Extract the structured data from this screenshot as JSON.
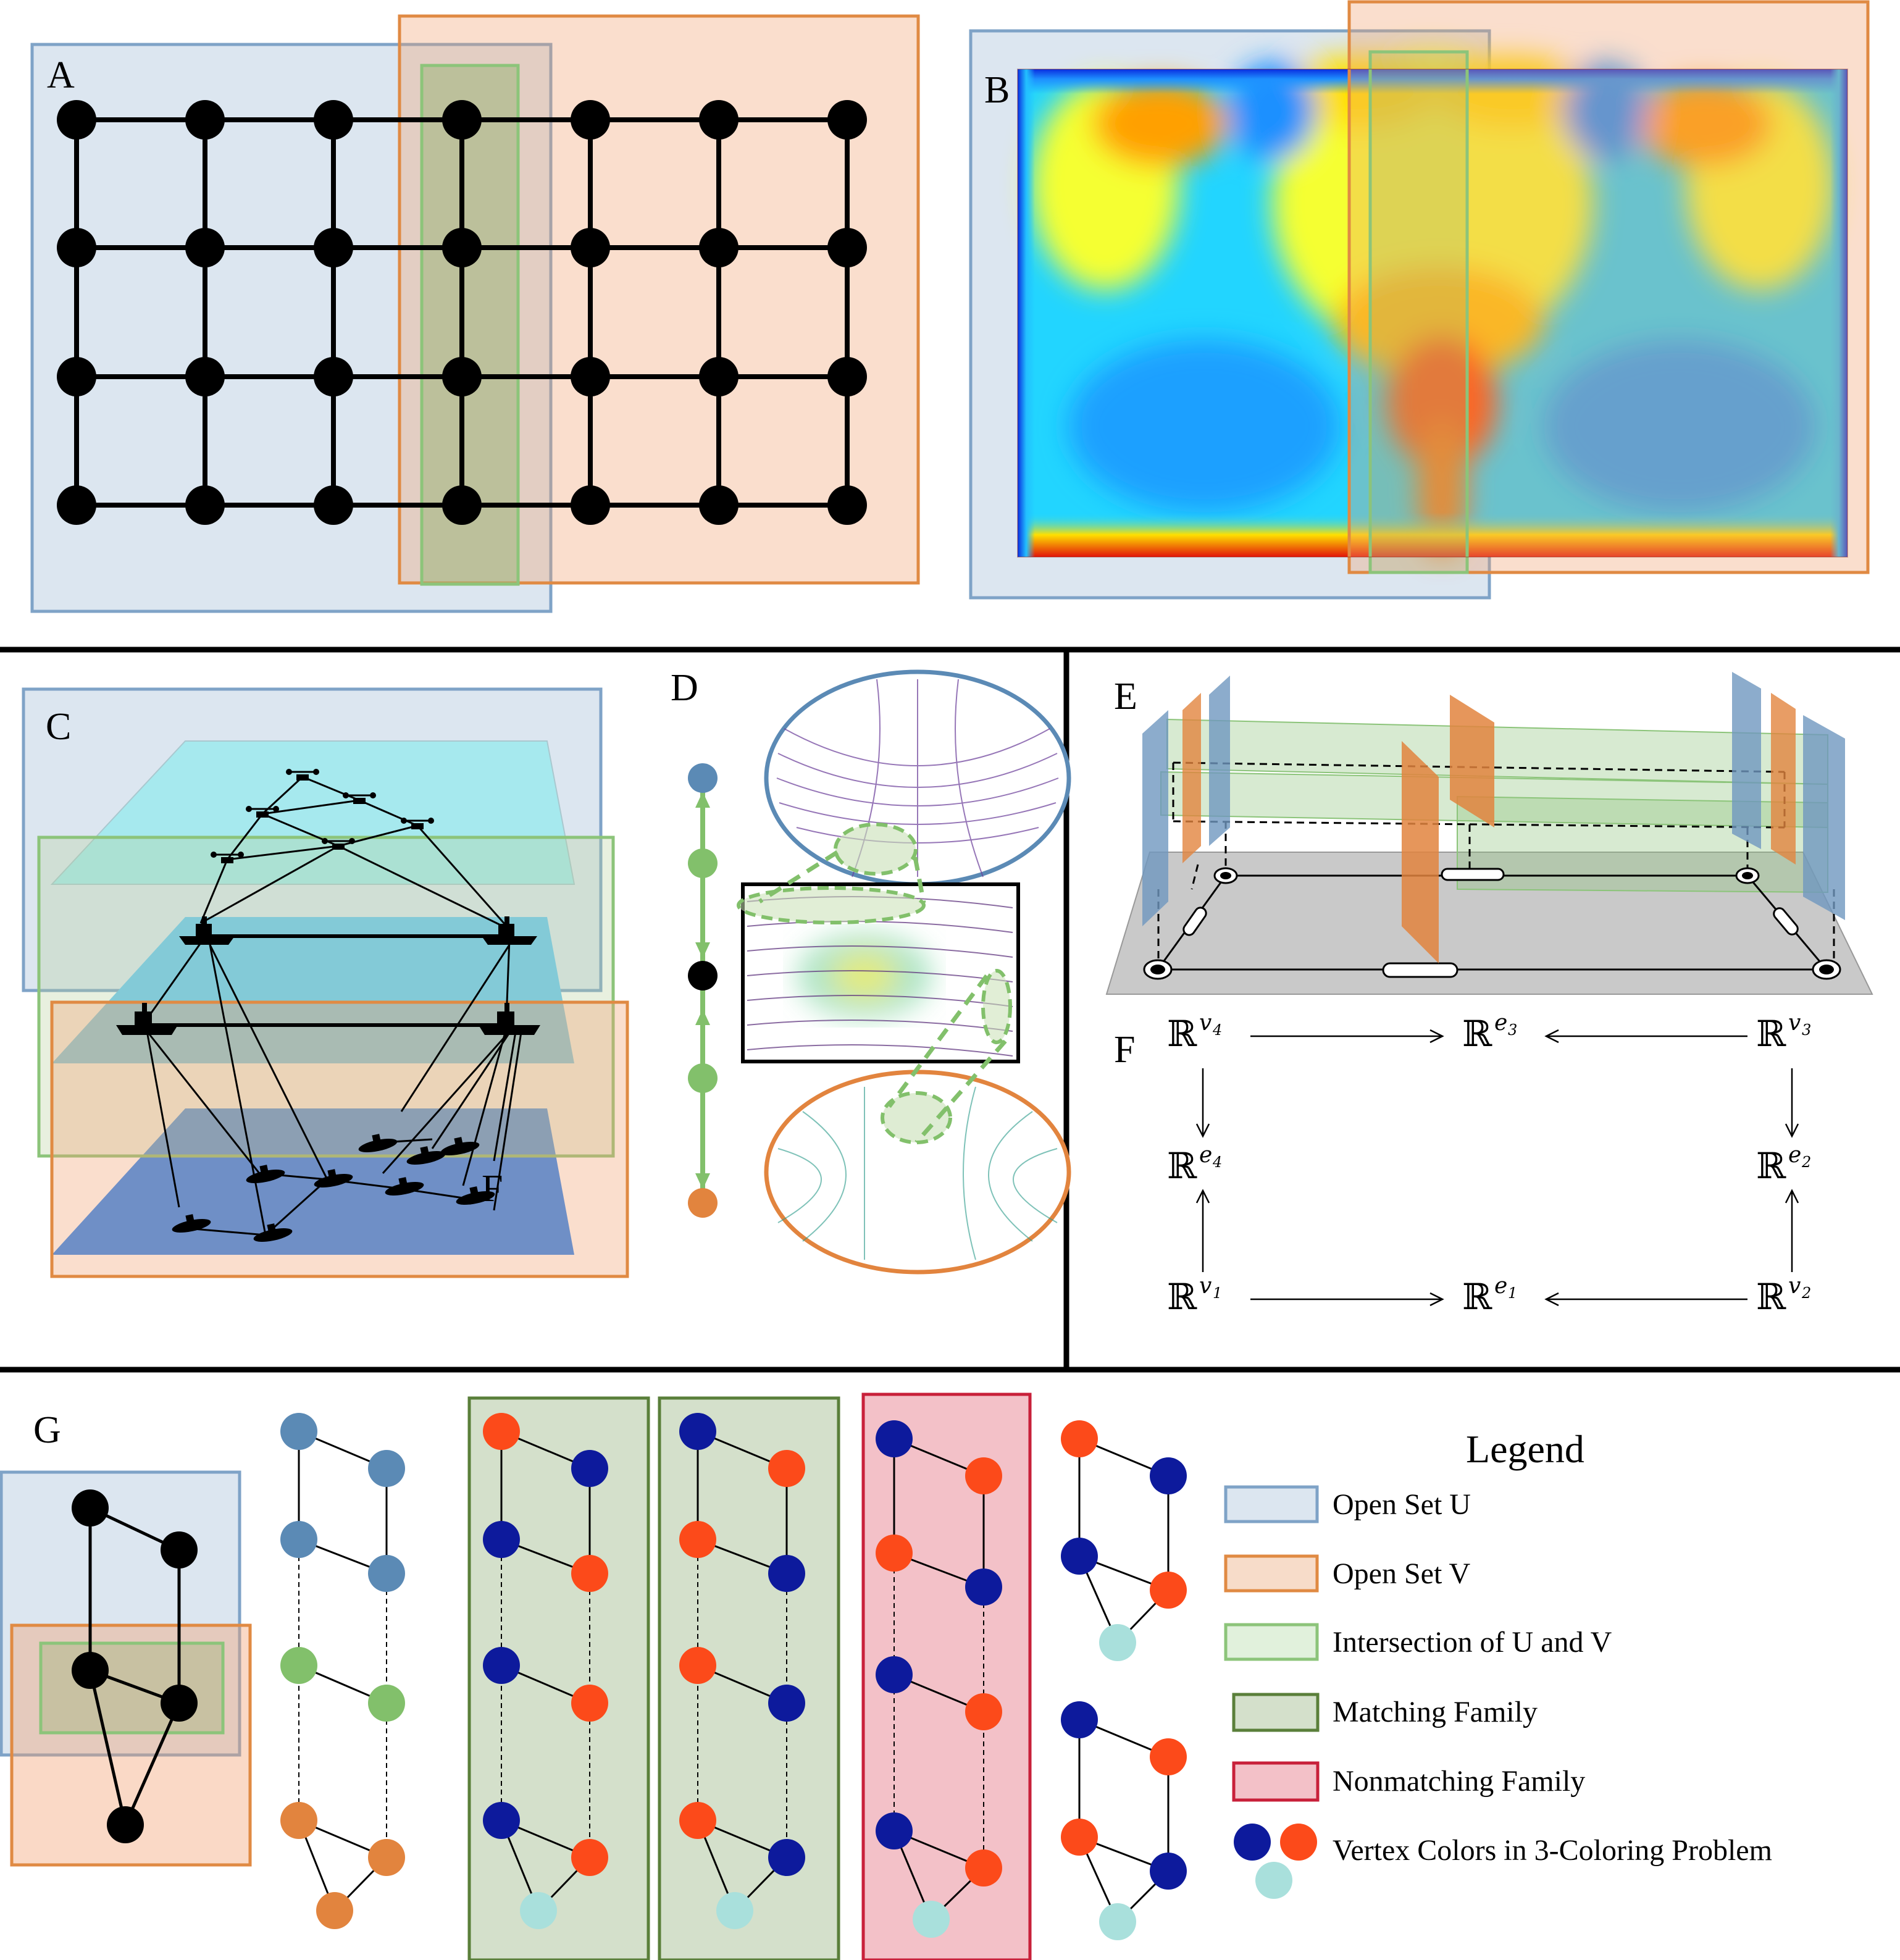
{
  "panels": {
    "a": "A",
    "b": "B",
    "c": "C",
    "d": "D",
    "e": "E",
    "f": "F",
    "g": "G",
    "f_overlay": "F"
  },
  "sheaf_diagram": {
    "top_left": {
      "base": "ℝ",
      "sup": "v",
      "sub": "4"
    },
    "top_mid": {
      "base": "ℝ",
      "sup": "e",
      "sub": "3"
    },
    "top_right": {
      "base": "ℝ",
      "sup": "v",
      "sub": "3"
    },
    "mid_left": {
      "base": "ℝ",
      "sup": "e",
      "sub": "4"
    },
    "mid_right": {
      "base": "ℝ",
      "sup": "e",
      "sub": "2"
    },
    "bot_left": {
      "base": "ℝ",
      "sup": "v",
      "sub": "1"
    },
    "bot_mid": {
      "base": "ℝ",
      "sup": "e",
      "sub": "1"
    },
    "bot_right": {
      "base": "ℝ",
      "sup": "v",
      "sub": "2"
    }
  },
  "legend": {
    "title": "Legend",
    "items": [
      {
        "label": "Open Set U",
        "fill": "#dce6f0",
        "stroke": "#7fa3c7"
      },
      {
        "label": "Open Set V",
        "fill": "#f7dcc9",
        "stroke": "#e08a43"
      },
      {
        "label": "Intersection of U and V",
        "fill": "#e1f1dc",
        "stroke": "#8cc47a"
      },
      {
        "label": "Matching Family",
        "fill": "#d4e0cb",
        "stroke": "#5a7f3a"
      },
      {
        "label": "Nonmatching Family",
        "fill": "#f3c1c8",
        "stroke": "#c8203a"
      },
      {
        "label": "Vertex Colors in 3-Coloring Problem"
      }
    ]
  },
  "colors": {
    "open_u_fill": "#dce6f0",
    "open_u_stroke": "#7fa3c7",
    "open_v_fill": "#f7dcc9",
    "open_v_stroke": "#e08a43",
    "intersect_fill": "#bcccaa",
    "intersect_stroke": "#8cc47a",
    "vertex_blue": "#0d1a9c",
    "vertex_red": "#fc4a1a",
    "vertex_cyan": "#a9e0dc",
    "node_blue": "#5b8ab5",
    "node_green": "#82c06b",
    "node_orange": "#e2843e"
  }
}
